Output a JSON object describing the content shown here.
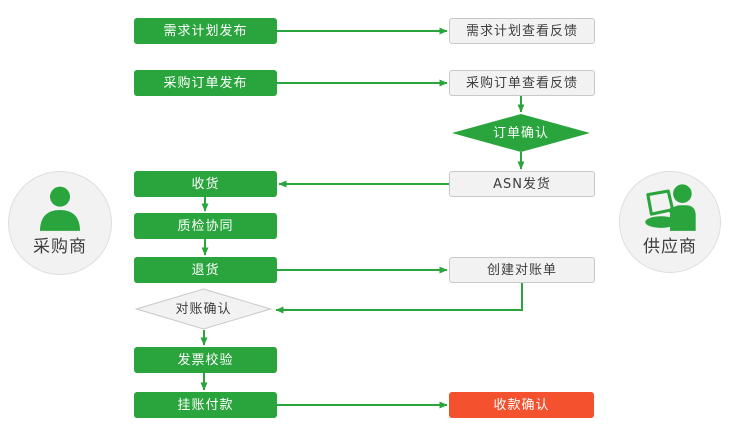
{
  "colors": {
    "green": "#2aa43c",
    "red": "#f4512e",
    "node_bg": "#f2f2f2",
    "node_border": "#c9c9c9",
    "text_dark": "#3d3d3d",
    "text_light": "#ffffff"
  },
  "actors": {
    "buyer": {
      "label": "采购商",
      "icon": "person-icon"
    },
    "supplier": {
      "label": "供应商",
      "icon": "person-laptop-icon"
    }
  },
  "nodes": {
    "demand_plan_publish": {
      "label": "需求计划发布",
      "role": "buyer",
      "shape": "process"
    },
    "demand_plan_feedback": {
      "label": "需求计划查看反馈",
      "role": "supplier",
      "shape": "process"
    },
    "po_publish": {
      "label": "采购订单发布",
      "role": "buyer",
      "shape": "process"
    },
    "po_feedback": {
      "label": "采购订单查看反馈",
      "role": "supplier",
      "shape": "process"
    },
    "order_confirm": {
      "label": "订单确认",
      "role": "supplier",
      "shape": "decision"
    },
    "asn_ship": {
      "label": "ASN发货",
      "role": "supplier",
      "shape": "process"
    },
    "receive": {
      "label": "收货",
      "role": "buyer",
      "shape": "process"
    },
    "quality": {
      "label": "质检协同",
      "role": "buyer",
      "shape": "process"
    },
    "return_goods": {
      "label": "退货",
      "role": "buyer",
      "shape": "process"
    },
    "create_statement": {
      "label": "创建对账单",
      "role": "supplier",
      "shape": "process"
    },
    "statement_confirm": {
      "label": "对账确认",
      "role": "buyer",
      "shape": "decision"
    },
    "invoice_verify": {
      "label": "发票校验",
      "role": "buyer",
      "shape": "process"
    },
    "book_payment": {
      "label": "挂账付款",
      "role": "buyer",
      "shape": "process"
    },
    "receipt_confirm": {
      "label": "收款确认",
      "role": "supplier",
      "shape": "terminal"
    }
  },
  "edges": [
    {
      "from": "demand_plan_publish",
      "to": "demand_plan_feedback"
    },
    {
      "from": "po_publish",
      "to": "po_feedback"
    },
    {
      "from": "po_feedback",
      "to": "order_confirm"
    },
    {
      "from": "order_confirm",
      "to": "asn_ship"
    },
    {
      "from": "asn_ship",
      "to": "receive"
    },
    {
      "from": "receive",
      "to": "quality"
    },
    {
      "from": "quality",
      "to": "return_goods"
    },
    {
      "from": "return_goods",
      "to": "create_statement"
    },
    {
      "from": "create_statement",
      "to": "statement_confirm"
    },
    {
      "from": "statement_confirm",
      "to": "invoice_verify"
    },
    {
      "from": "invoice_verify",
      "to": "book_payment"
    },
    {
      "from": "book_payment",
      "to": "receipt_confirm"
    }
  ]
}
